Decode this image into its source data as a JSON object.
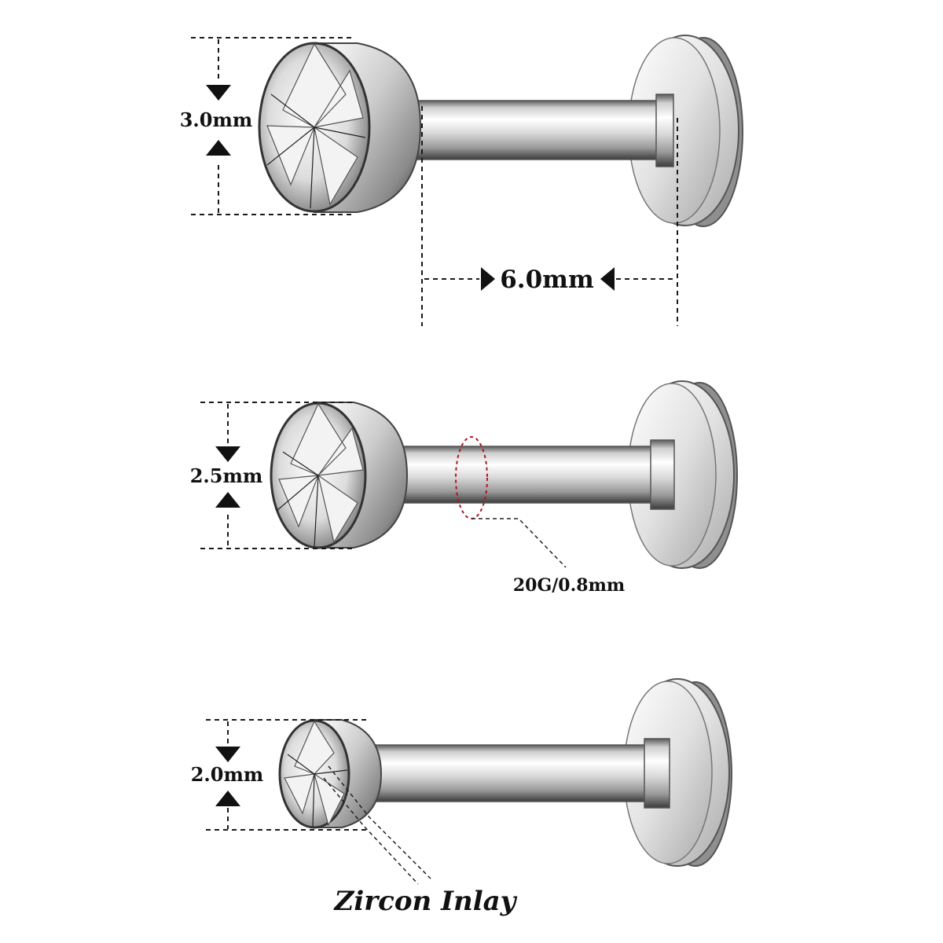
{
  "studs": [
    {
      "ball_label": "3.0mm"
    },
    {
      "ball_label": "2.5mm"
    },
    {
      "ball_label": "2.0mm"
    }
  ],
  "bar_length_label": "6.0mm",
  "gauge_label": "20G/0.8mm",
  "zircon_label": "Zircon Inlay",
  "colors": {
    "metal_light": "#f4f4f4",
    "metal_mid": "#bdbdbd",
    "metal_dark": "#4a4a4a",
    "gauge_marker": "#b0161b",
    "text": "#111111"
  }
}
